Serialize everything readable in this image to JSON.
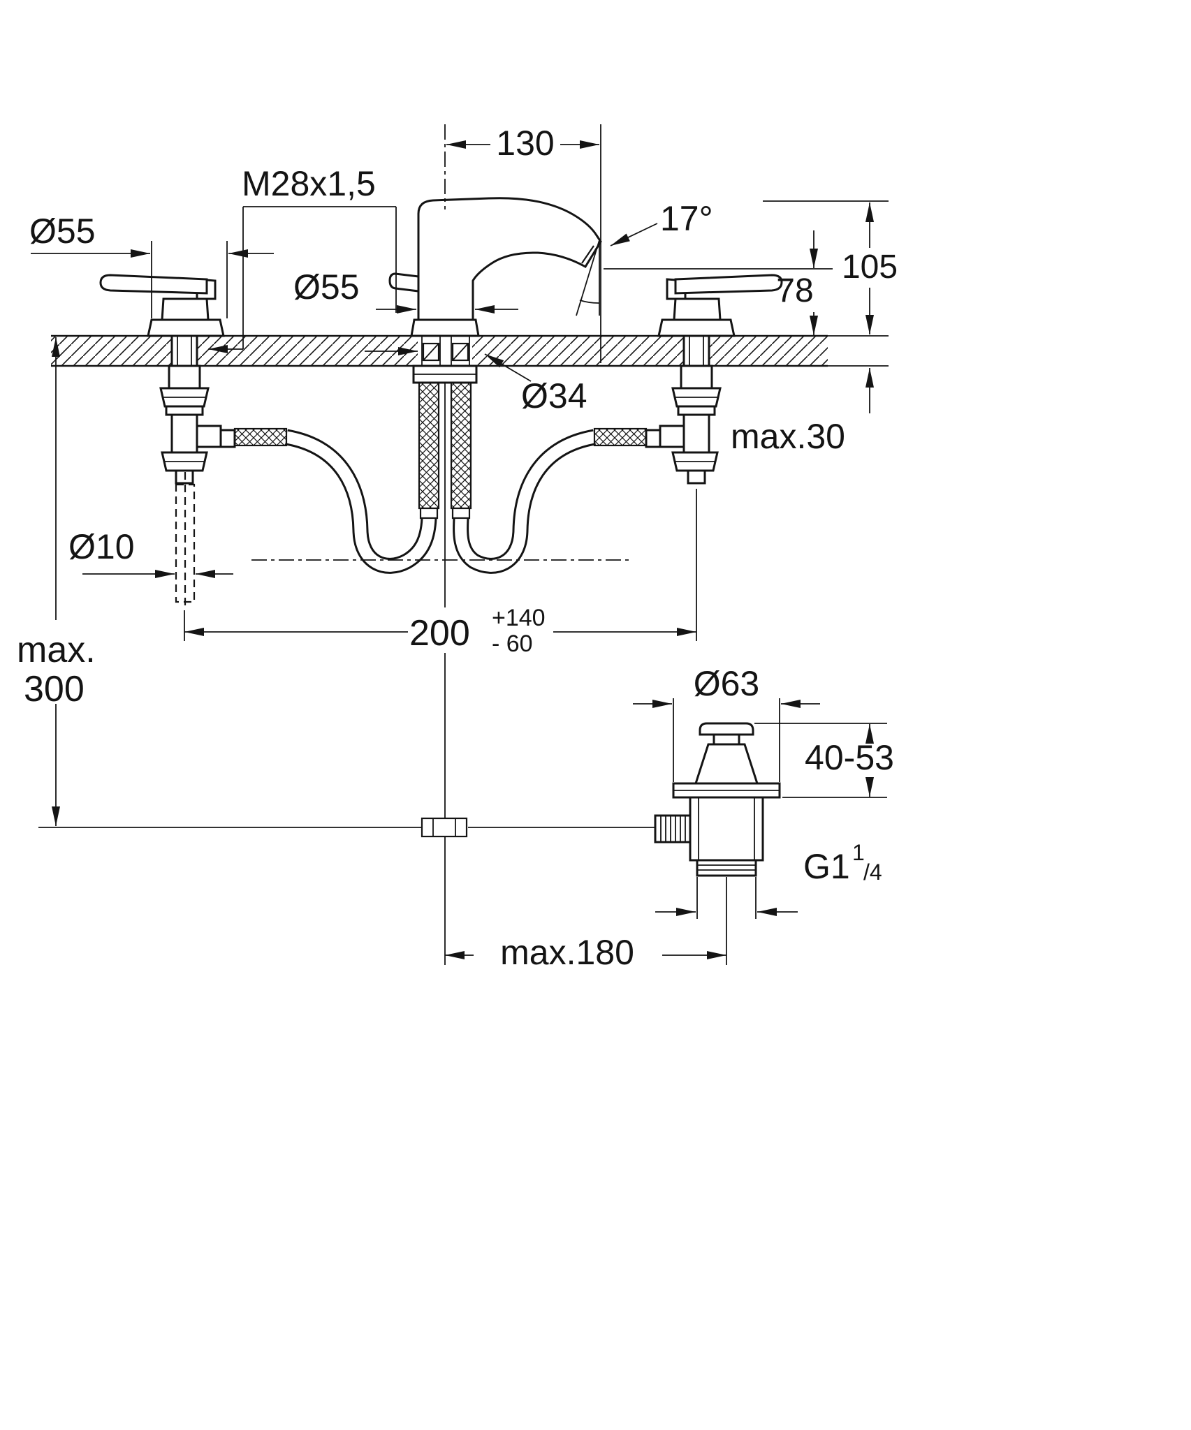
{
  "page": {
    "background": "#ffffff",
    "line_color": "#141414"
  },
  "diagram": {
    "type": "technical-dimension-drawing",
    "subject": "three-hole basin mixer with side valves and pop-up waste, installation dimensions",
    "dimensions": {
      "spout_reach": "130",
      "thread": "M28x1,5",
      "handle_diameter": "Ø55",
      "body_diameter": "Ø55",
      "spout_angle": "17°",
      "height_top": "105",
      "height_outlet": "78",
      "hole_diameter": "Ø34",
      "deck_max": "max.30",
      "rod_diameter": "Ø10",
      "center_distance": "200",
      "center_distance_plus": "+140",
      "center_distance_minus": "- 60",
      "max_depth_line1": "max.",
      "max_depth_line2": "300",
      "waste_flange_diameter": "Ø63",
      "waste_deck_range": "40-53",
      "waste_thread_prefix": "G1",
      "waste_thread_sup": "1",
      "waste_thread_sub": "/4",
      "waste_offset": "max.180"
    }
  }
}
